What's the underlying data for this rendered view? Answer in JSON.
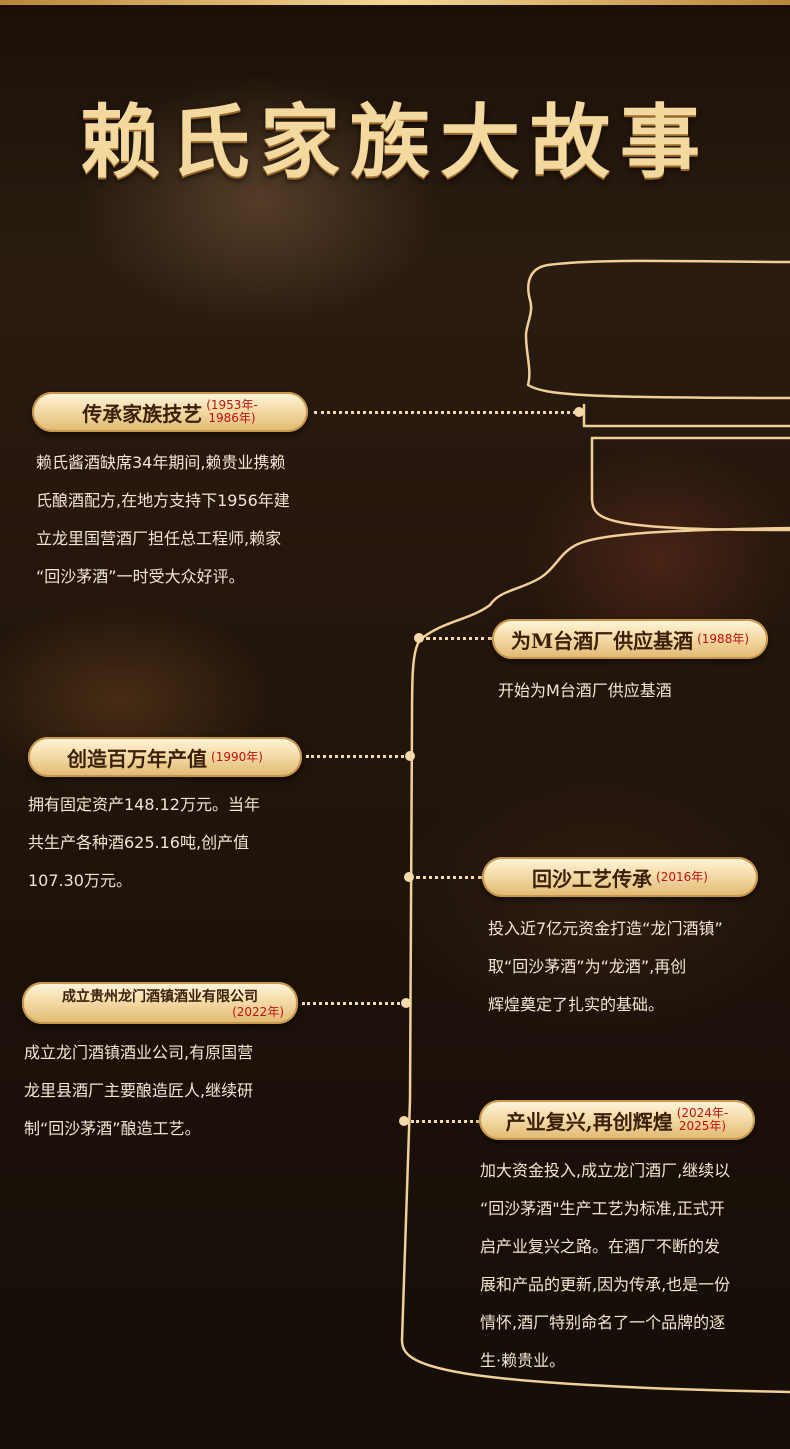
{
  "title": "赖氏家族大故事",
  "events": [
    {
      "label": "传承家族技艺",
      "year_line1": "(1953年-",
      "year_line2": "1986年)",
      "desc_lines": [
        "赖氏酱酒缺席34年期间,赖贵业携赖",
        "氏酿酒配方,在地方支持下1956年建",
        "立龙里国营酒厂担任总工程师,赖家",
        "“回沙茅酒”一时受大众好评。"
      ]
    },
    {
      "label": "为M台酒厂供应基酒",
      "year": "(1988年)",
      "desc_lines": [
        "开始为M台酒厂供应基酒"
      ]
    },
    {
      "label": "创造百万年产值",
      "year": "(1990年)",
      "desc_lines": [
        "拥有固定资产148.12万元。当年",
        "共生产各种酒625.16吨,创产值",
        "107.30万元。"
      ]
    },
    {
      "label": "回沙工艺传承",
      "year": "(2016年)",
      "desc_lines": [
        "投入近7亿元资金打造“龙门酒镇”",
        "取“回沙茅酒”为“龙酒”,再创",
        "辉煌奠定了扎实的基础。"
      ]
    },
    {
      "label": "成立贵州龙门酒镇酒业有限公司",
      "year": "(2022年)",
      "desc_lines": [
        "成立龙门酒镇酒业公司,有原国营",
        "龙里县酒厂主要酿造匠人,继续研",
        "制“回沙茅酒”酿造工艺。"
      ]
    },
    {
      "label": "产业复兴,再创辉煌",
      "year_line1": "(2024年-",
      "year_line2": "2025年)",
      "desc_lines": [
        "加大资金投入,成立龙门酒厂,继续以",
        "“回沙茅酒\"生产工艺为标准,正式开",
        "启产业复兴之路。在酒厂不断的发",
        "展和产品的更新,因为传承,也是一份",
        "情怀,酒厂特别命名了一个品牌的逐",
        "生·赖贵业。"
      ]
    }
  ]
}
